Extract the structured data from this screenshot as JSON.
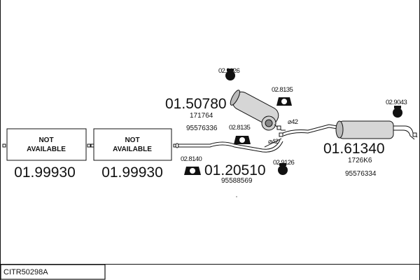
{
  "diagram_code": "CITR50298A",
  "not_available": [
    {
      "line1": "NOT",
      "line2": "AVAILABLE",
      "part_number": "01.99930"
    },
    {
      "line1": "NOT",
      "line2": "AVAILABLE",
      "part_number": "01.99930"
    }
  ],
  "middle_silencer": {
    "part_number": "01.50780",
    "ref1": "171764",
    "ref2": "95576336"
  },
  "front_pipe": {
    "part_number": "01.20510",
    "ref1": "95588569"
  },
  "rear_silencer": {
    "part_number": "01.61340",
    "ref1": "1726K6",
    "ref2": "95576334"
  },
  "mount_labels": {
    "m1": "02.9126",
    "m2": "02.8135",
    "m3": "02.8135",
    "m4": "02.8140",
    "m5": "02.9126",
    "m6": "02.9043"
  },
  "diameter_labels": {
    "d1": "⌀42",
    "d2": "⌀42"
  },
  "icon_colors": {
    "mount": "#111111",
    "mount_text": "#ffffff"
  }
}
